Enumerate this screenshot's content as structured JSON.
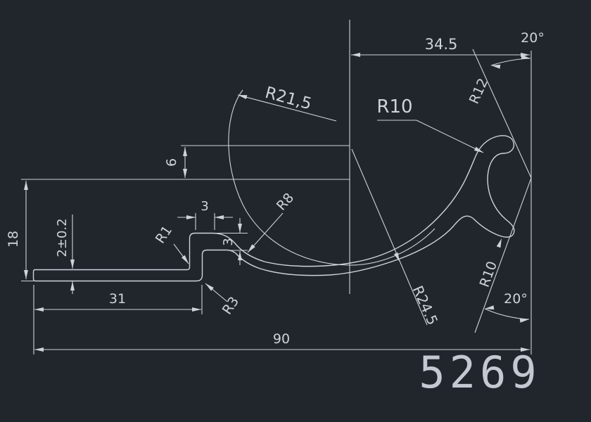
{
  "colors": {
    "background": "#21252c",
    "line": "#ced3d9",
    "text": "#ced3d9",
    "part_number": "#c3c9d0"
  },
  "part_number": "5269",
  "dimensions": {
    "top_offset": "34.5",
    "top_angle": "20°",
    "hook_outer_radius": "R12",
    "hook_inner_radius": "R10",
    "dip_inner_radius": "R21,5",
    "center_height": "6",
    "step_width": "3",
    "step_thickness": "3",
    "step_inner_radius": "R8",
    "foot_fillet_radius": "R1",
    "foot_thickness": "2±0.2",
    "left_height": "18",
    "step_outer_radius": "R3",
    "foot_length": "31",
    "dip_outer_radius": "R24.5",
    "prong_radius": "R10",
    "bottom_angle": "20°",
    "overall_length": "90"
  }
}
